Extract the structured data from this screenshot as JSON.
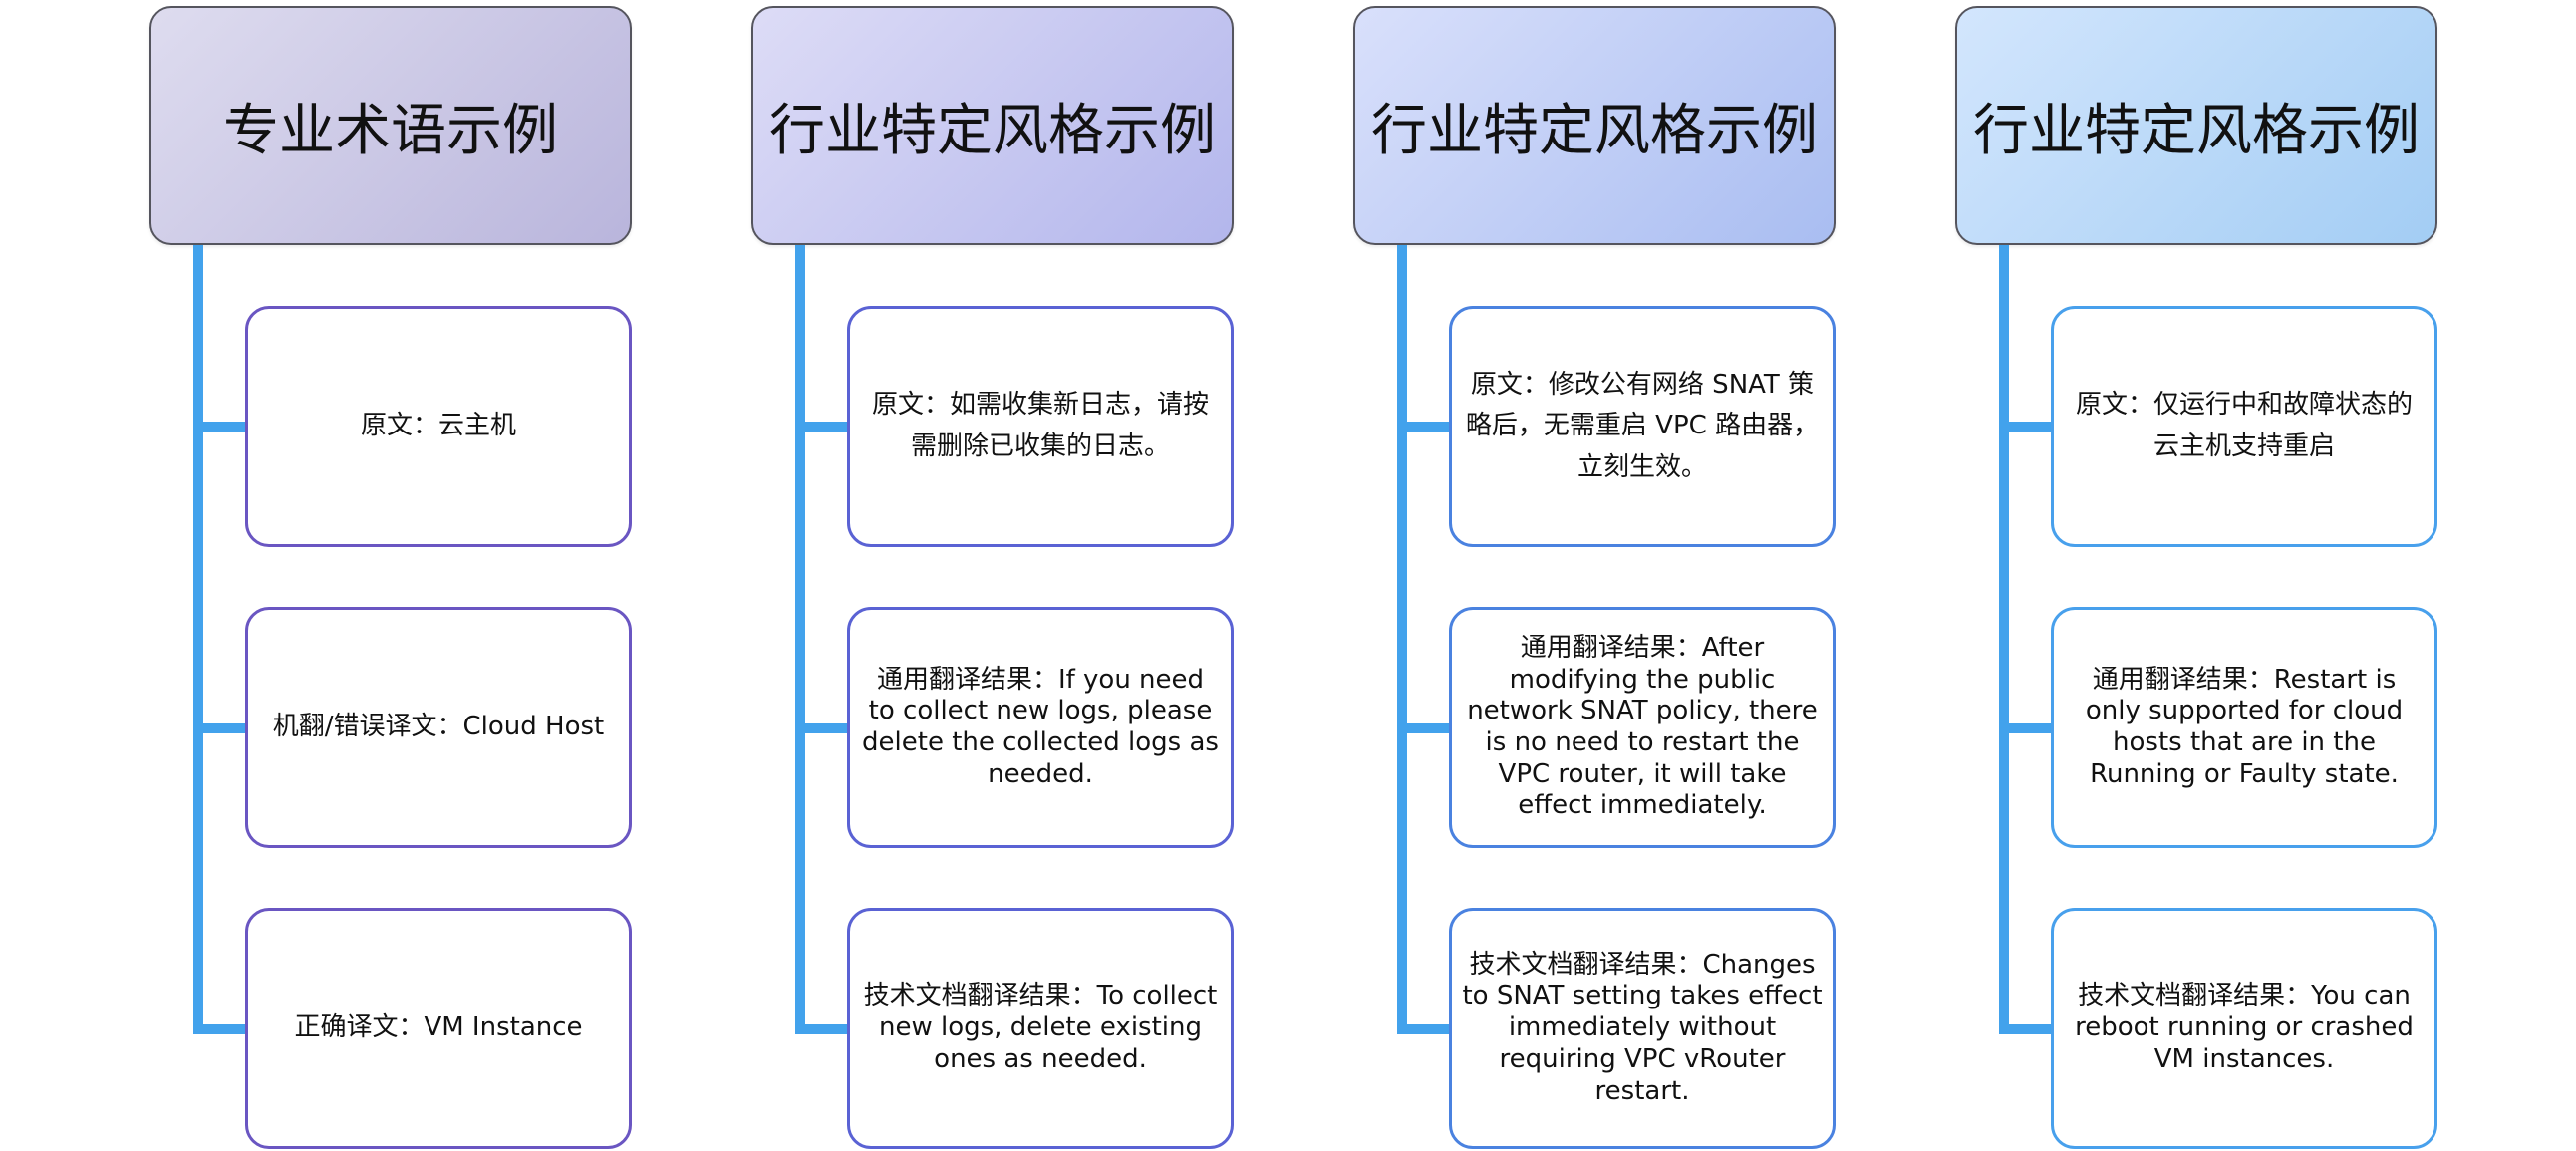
{
  "colors": {
    "connector": "#42a2ec",
    "card_borders": [
      "#6a56c2",
      "#5a62d4",
      "#4a82e0",
      "#48a0ec"
    ],
    "header_gradients": [
      [
        "#dedcef",
        "#b9b5dc"
      ],
      [
        "#dddcf6",
        "#b3b6ec"
      ],
      [
        "#d9e0fb",
        "#a9bdf1"
      ],
      [
        "#d3e6fd",
        "#a3cdf4"
      ]
    ]
  },
  "columns": [
    {
      "title": "专业术语示例",
      "items": [
        {
          "text": "原文：云主机"
        },
        {
          "text": "机翻/错误译文：Cloud Host"
        },
        {
          "text": "正确译文：VM Instance"
        }
      ]
    },
    {
      "title": "行业特定风格示例",
      "items": [
        {
          "text": "原文：如需收集新日志，请按需删除已收集的日志。"
        },
        {
          "text": "通用翻译结果：If you need to collect new logs, please delete the collected logs as needed."
        },
        {
          "text": "技术文档翻译结果：To collect new logs, delete existing ones as needed."
        }
      ]
    },
    {
      "title": "行业特定风格示例",
      "items": [
        {
          "text": "原文：修改公有网络 SNAT 策略后，无需重启 VPC 路由器，立刻生效。"
        },
        {
          "text": "通用翻译结果：After modifying the public network SNAT policy, there is no need to restart the VPC router, it will take effect immediately."
        },
        {
          "text": "技术文档翻译结果：Changes to SNAT setting takes effect immediately without requiring VPC vRouter restart."
        }
      ]
    },
    {
      "title": "行业特定风格示例",
      "items": [
        {
          "text": "原文：仅运行中和故障状态的云主机支持重启"
        },
        {
          "text": "通用翻译结果：Restart is only supported for cloud hosts that are in the Running or Faulty state."
        },
        {
          "text": "技术文档翻译结果：You can reboot running or crashed VM instances."
        }
      ]
    }
  ]
}
